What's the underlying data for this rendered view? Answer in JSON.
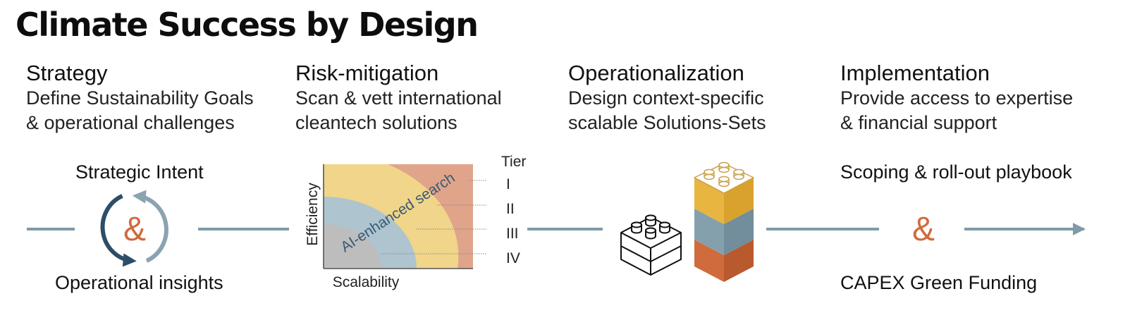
{
  "title": "Climate Success by Design",
  "columns": [
    {
      "heading": "Strategy",
      "body": "Define Sustainability Goals\n& operational challenges"
    },
    {
      "heading": "Risk-mitigation",
      "body": "Scan & vett international\ncleantech solutions"
    },
    {
      "heading": "Operationalization",
      "body": "Design context-specific\nscalable Solutions-Sets"
    },
    {
      "heading": "Implementation",
      "body": "Provide access to expertise\n& financial support"
    }
  ],
  "strategy_block": {
    "top_label": "Strategic Intent",
    "ampersand": "&",
    "bottom_label": "Operational insights"
  },
  "tier_chart": {
    "y_label": "Efficiency",
    "x_label": "Scalability",
    "arc_label": "AI-enhanced search",
    "tier_heading": "Tier",
    "tiers": [
      "I",
      "II",
      "III",
      "IV"
    ]
  },
  "implementation_block": {
    "top_label": "Scoping & roll-out playbook",
    "ampersand": "&",
    "bottom_label": "CAPEX Green Funding"
  },
  "colors": {
    "line": "#7f9aa8",
    "accent_orange": "#d06a3b",
    "dark_blue": "#2e4d66",
    "light_blue": "#8aa3b1",
    "zone_outer": "#e0a48b",
    "zone_yellow": "#f0d58a",
    "zone_blue": "#aec4cf",
    "zone_grey": "#bdbdbd",
    "brick_yellow": "#e8b540",
    "brick_blue": "#85a0ad",
    "brick_orange": "#cf6b3c"
  }
}
